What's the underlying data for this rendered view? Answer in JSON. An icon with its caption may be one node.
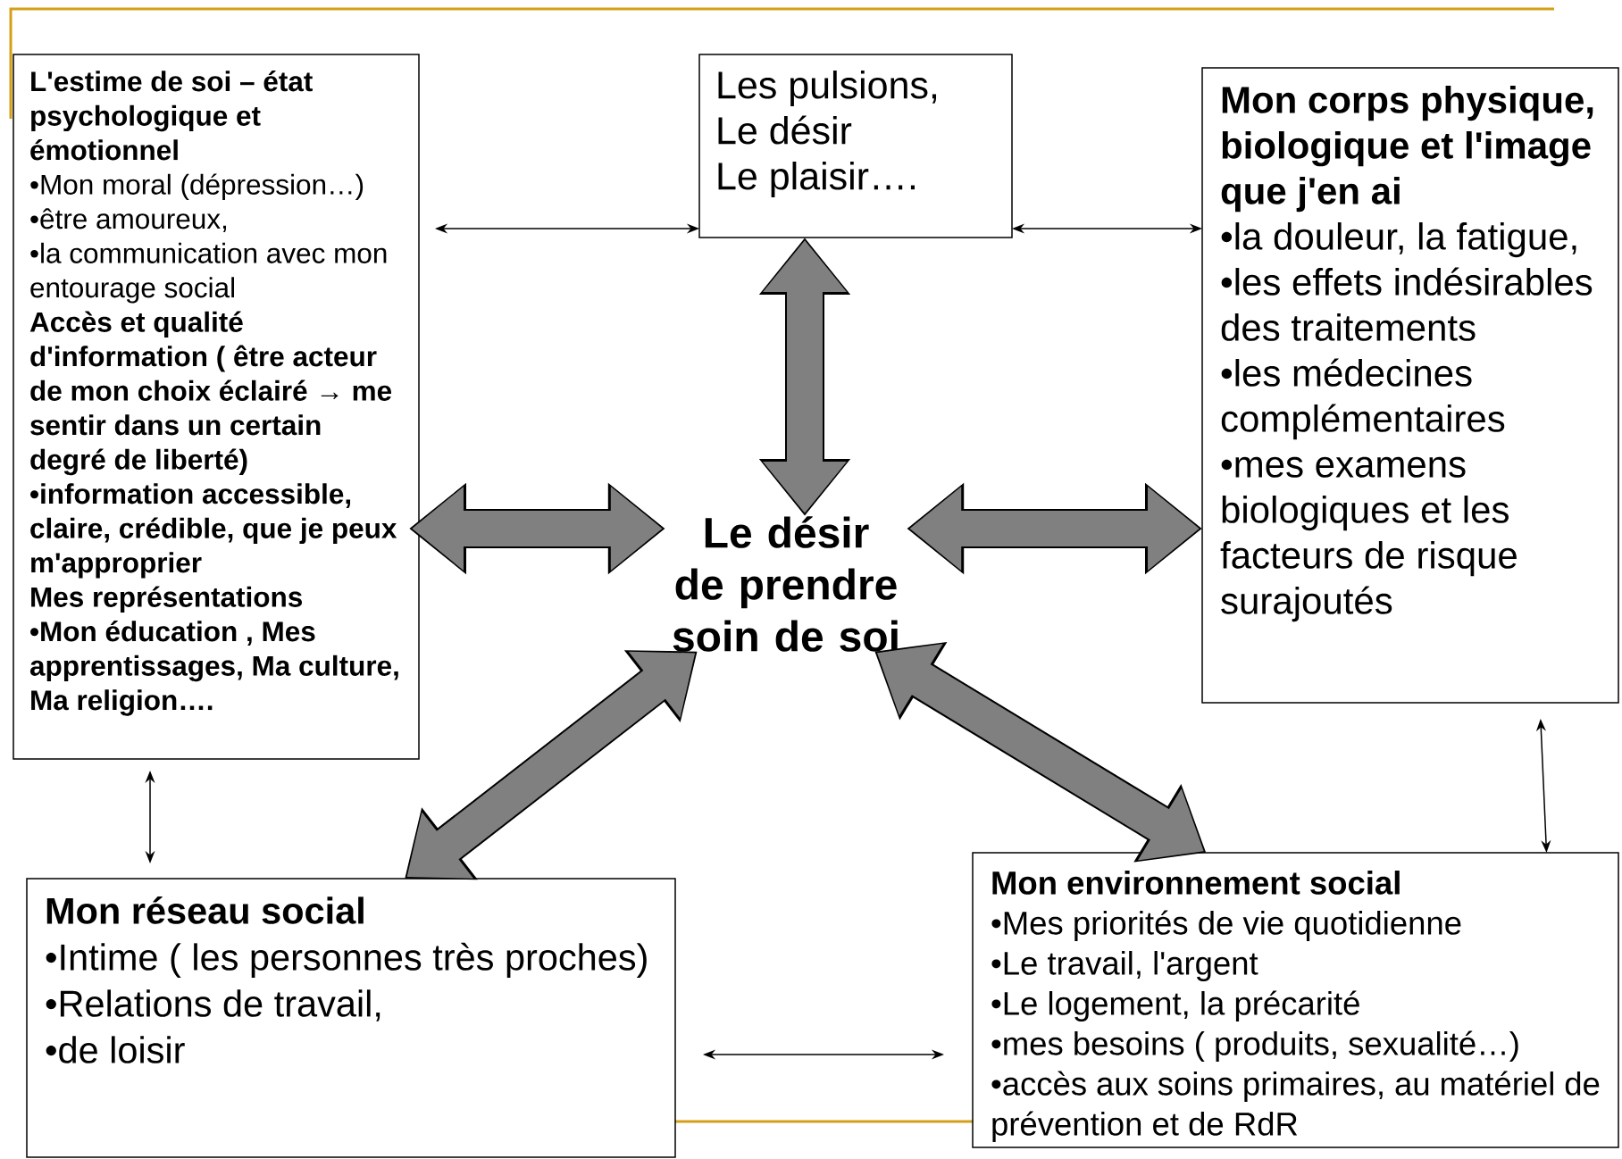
{
  "diagram": {
    "nodes": [
      {
        "text": [
          "L'estime de soi – état psychologique et émotionnel",
          "•Mon moral (dépression…)",
          "•être amoureux,",
          "•la communication avec mon entourage social",
          "Accès et qualité d'information ( être acteur de mon choix éclairé → me sentir dans un certain degré de liberté)",
          "•information accessible, claire, crédible, que je peux m'approprier",
          "Mes représentations",
          "•Mon éducation , Mes apprentissages, Ma culture, Ma religion…."
        ]
      },
      {
        "text": [
          "Les pulsions,",
          "Le désir",
          "Le plaisir…."
        ]
      },
      {
        "text": [
          "Mon corps physique, biologique et l'image que j'en ai",
          "•la douleur, la fatigue,",
          "•les effets indésirables des traitements",
          "•les médecines complémentaires",
          "•mes examens biologiques et les facteurs de risque surajoutés"
        ]
      },
      {
        "text": [
          "Le désir de prendre soin de soi"
        ]
      },
      {
        "text": [
          "Mon réseau social",
          "•Intime ( les personnes très proches)",
          "•Relations de travail,",
          "•de loisir"
        ]
      },
      {
        "text": [
          "Mon environnement social",
          "•Mes priorités de vie quotidienne",
          "•Le travail,  l'argent",
          "•Le logement, la précarité",
          "•mes besoins ( produits, sexualité…)",
          "•accès aux soins primaires, au matériel de prévention et de RdR"
        ]
      }
    ],
    "edges": [
      {
        "from": 0,
        "to": 1,
        "arrow": "both"
      },
      {
        "from": 1,
        "to": 2,
        "arrow": "both"
      },
      {
        "from": 1,
        "to": 3,
        "arrow": "both",
        "style": "thick",
        "color": "#808080"
      },
      {
        "from": 0,
        "to": 3,
        "arrow": "both",
        "style": "thick",
        "color": "#808080"
      },
      {
        "from": 3,
        "to": 2,
        "arrow": "both",
        "style": "thick",
        "color": "#808080"
      },
      {
        "from": 3,
        "to": 4,
        "arrow": "both",
        "style": "thick",
        "color": "#808080"
      },
      {
        "from": 3,
        "to": 5,
        "arrow": "both",
        "style": "thick",
        "color": "#808080"
      },
      {
        "from": 0,
        "to": 4,
        "arrow": "both"
      },
      {
        "from": 4,
        "to": 5,
        "arrow": "both"
      },
      {
        "from": 2,
        "to": 5,
        "arrow": "both"
      }
    ]
  }
}
